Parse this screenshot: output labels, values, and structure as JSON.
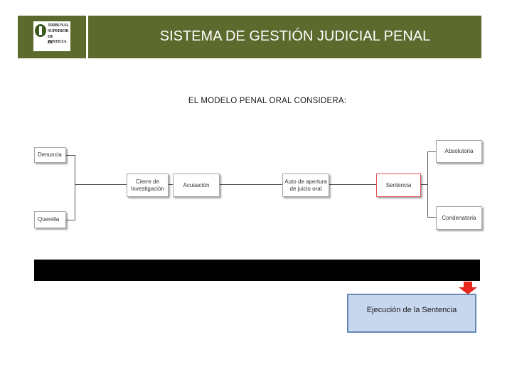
{
  "header": {
    "title": "SISTEMA DE GESTIÓN JUDICIAL PENAL",
    "logo_lines": [
      "TRIBUNAL",
      "SUPERIOR",
      "DE JUSTICIA",
      "DF"
    ]
  },
  "subtitle": "EL MODELO PENAL ORAL CONSIDERA:",
  "diagram": {
    "denuncia": "Denuncia",
    "querella": "Querella",
    "cierre_line1": "Cierre de",
    "cierre_line2": "Investigación",
    "acusacion": "Acusación",
    "auto_line1": "Auto de apertura",
    "auto_line2": "de juicio oral",
    "sentencia": "Sentencia",
    "absolutoria": "Absolutoria",
    "condenatoria": "Condenatoria"
  },
  "execution": "Ejecución de la Sentencia",
  "colors": {
    "header_bg": "#5d6a2e",
    "highlight_border": "#e05050",
    "arrow": "#e8281e",
    "exec_bg": "#c6d7ee"
  }
}
